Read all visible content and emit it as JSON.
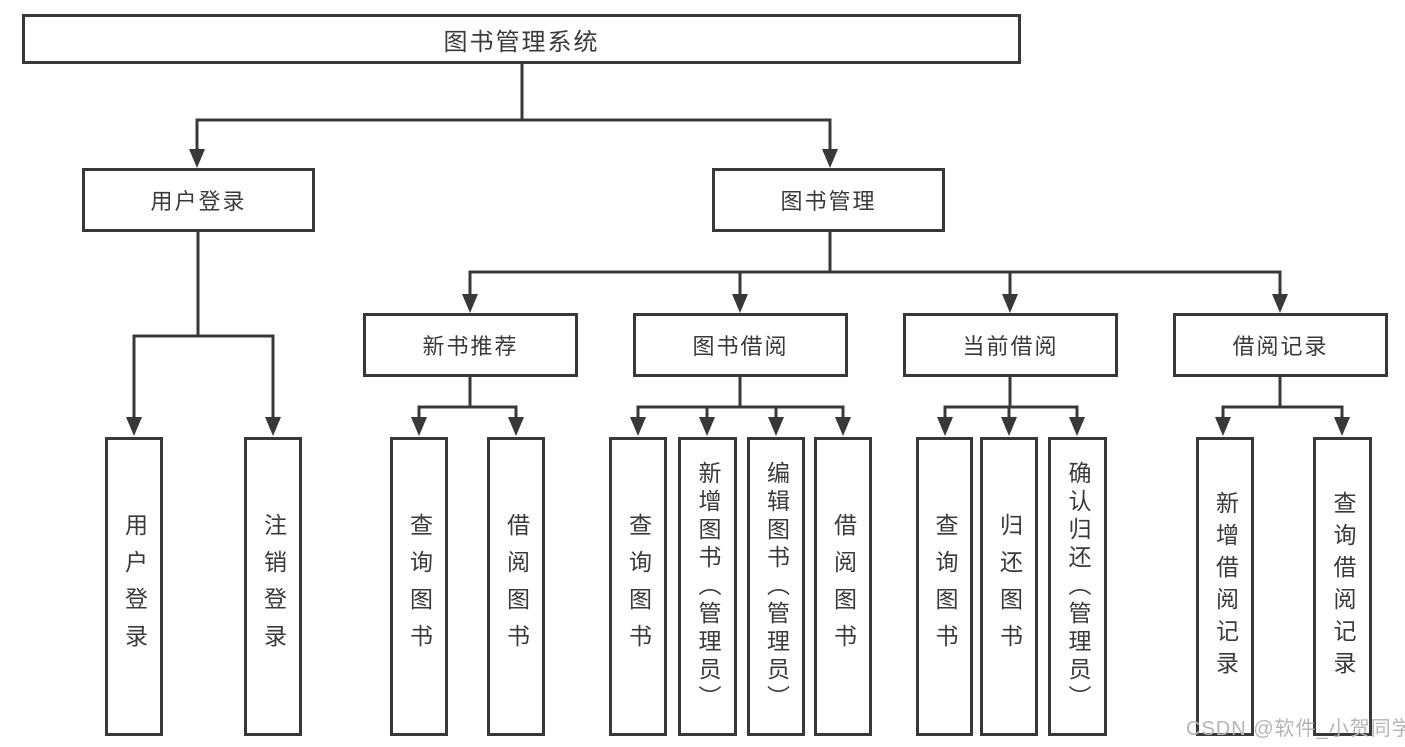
{
  "diagram_type": "hierarchy-tree",
  "colors": {
    "line": "#383838",
    "box_border": "#383838",
    "box_bg": "#ffffff",
    "text": "#3a3a3a",
    "watermark": "#b5b5b5"
  },
  "tree": {
    "root": {
      "label": "图书管理系统"
    },
    "branches": [
      {
        "label": "用户登录",
        "children": [
          {
            "label": "用户登录"
          },
          {
            "label": "注销登录"
          }
        ]
      },
      {
        "label": "图书管理",
        "children": [
          {
            "label": "新书推荐",
            "children": [
              {
                "label": "查询图书"
              },
              {
                "label": "借阅图书"
              }
            ]
          },
          {
            "label": "图书借阅",
            "children": [
              {
                "label": "查询图书"
              },
              {
                "label": "新增图书（管理员）"
              },
              {
                "label": "编辑图书（管理员）"
              },
              {
                "label": "借阅图书"
              }
            ]
          },
          {
            "label": "当前借阅",
            "children": [
              {
                "label": "查询图书"
              },
              {
                "label": "归还图书"
              },
              {
                "label": "确认归还（管理员）"
              }
            ]
          },
          {
            "label": "借阅记录",
            "children": [
              {
                "label": "新增借阅记录"
              },
              {
                "label": "查询借阅记录"
              }
            ]
          }
        ]
      }
    ]
  },
  "watermark": {
    "text": "CSDN @软件_小贺同学"
  }
}
